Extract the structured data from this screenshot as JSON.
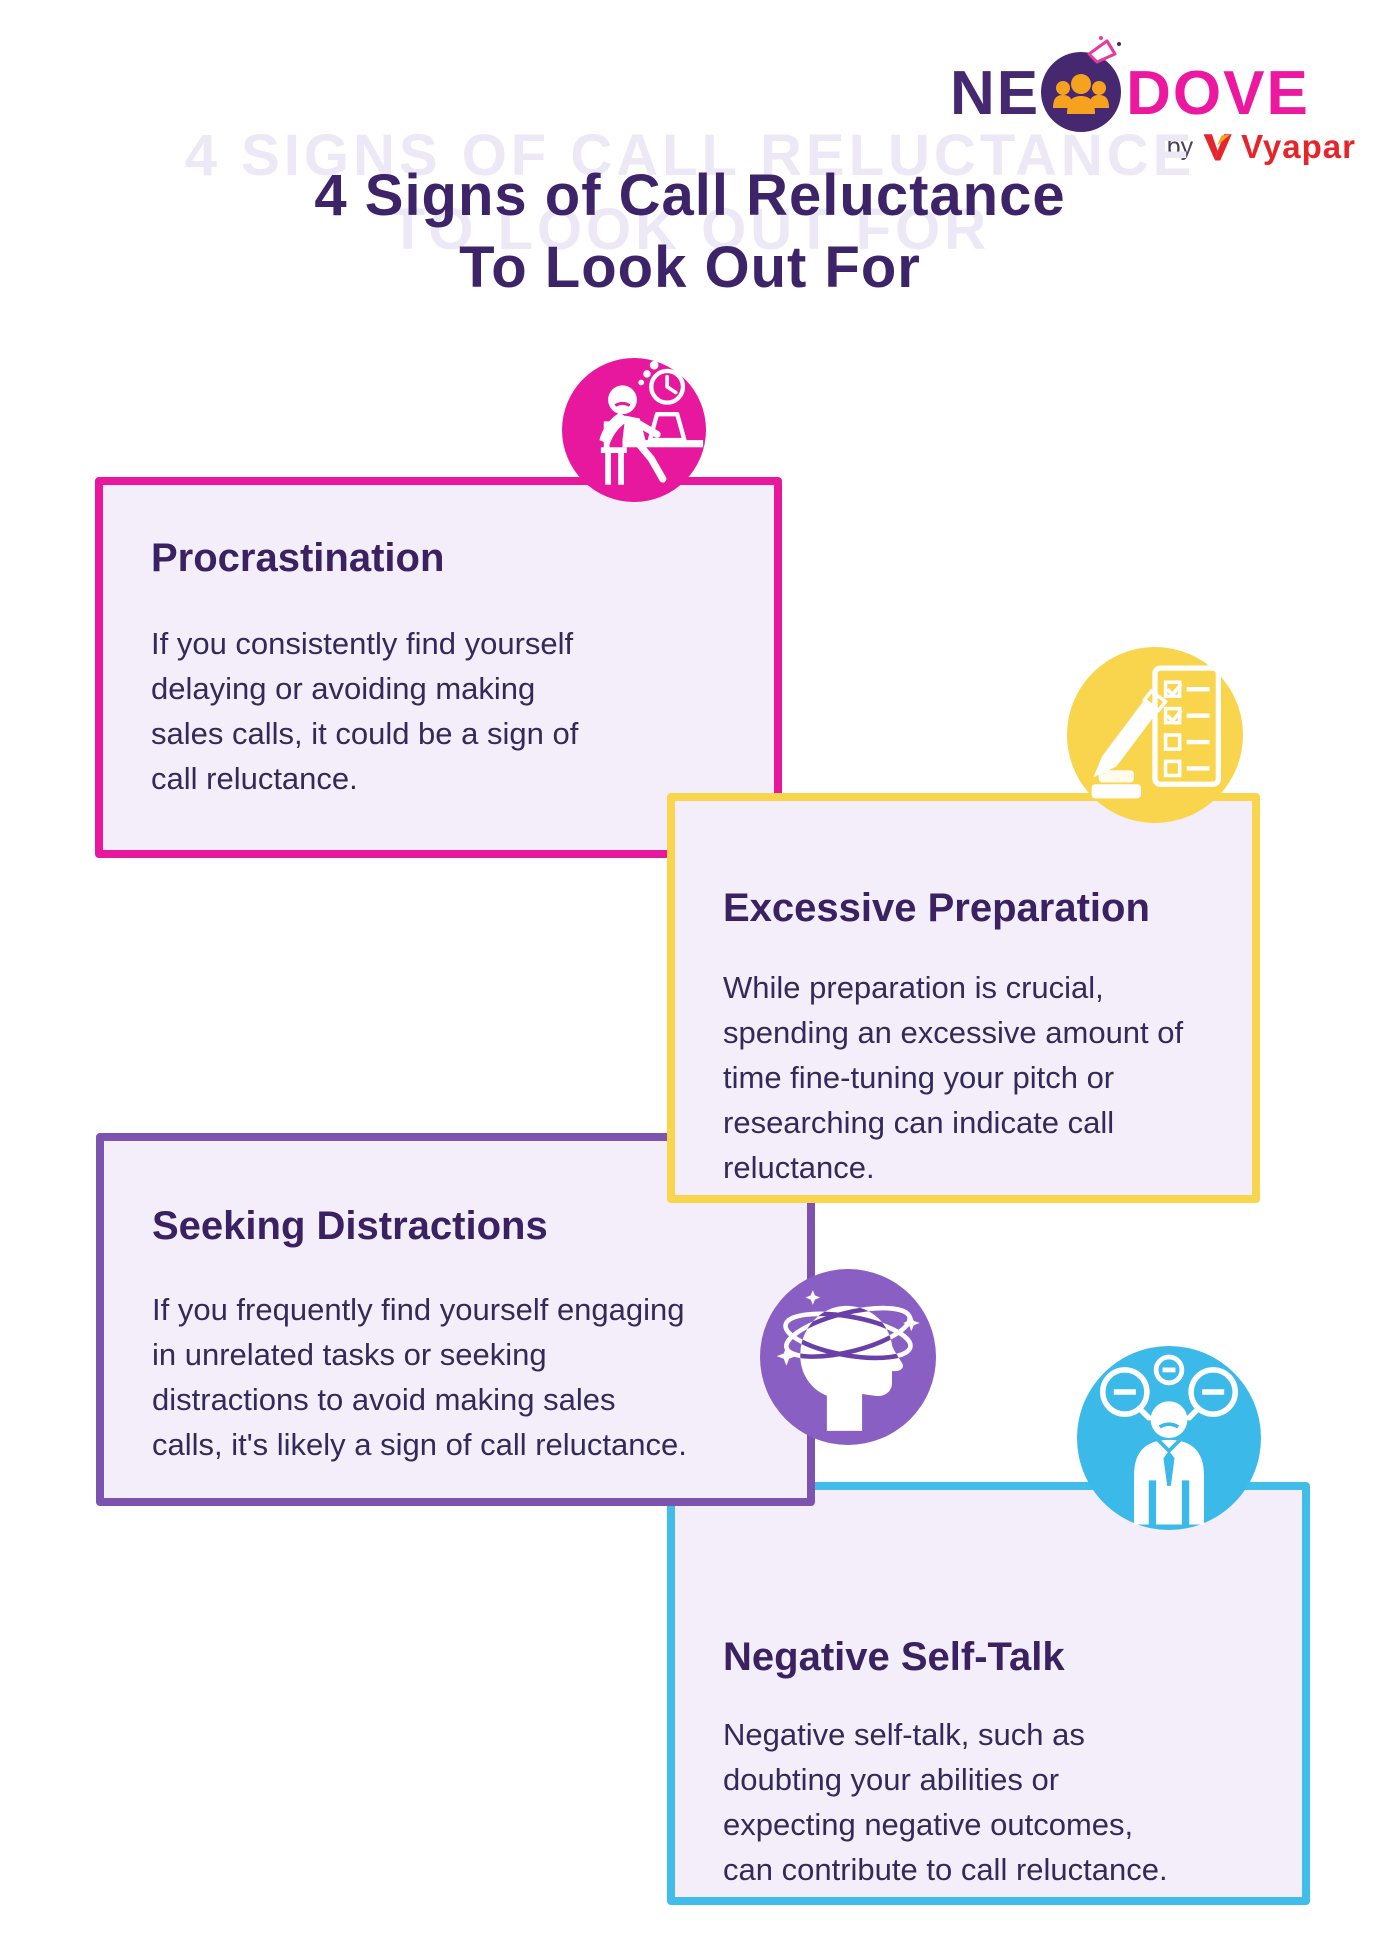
{
  "header": {
    "logo": {
      "ne": "NE",
      "dove": "DOVE",
      "by": "by",
      "vyapar": "Vyapar"
    }
  },
  "title": {
    "line1": "4 Signs of Call Reluctance",
    "line2": "To Look Out For",
    "ghost_line1": "4 SIGNS OF CALL RELUCTANCE",
    "ghost_line2": "TO LOOK OUT FOR"
  },
  "colors": {
    "title_text": "#3D2368",
    "ghost_text": "#ECE8F5",
    "card_fill": "#F3EEF9",
    "card_title_text": "#3A2161",
    "card_body_text": "#342A58",
    "pink_accent": "#E7189E",
    "yellow_accent": "#F8D54C",
    "purple_accent": "#7C53AF",
    "purple_icon": "#8A5FC4",
    "blue_accent": "#41BDE9",
    "logo_purple": "#45286F",
    "logo_pink": "#EC189F",
    "vyapar_red": "#E5252C"
  },
  "cards": [
    {
      "title": "Procrastination",
      "accent": "#E7189E",
      "icon": "procrastinating-person-at-desk-icon",
      "lines": [
        "If you consistently find yourself",
        "delaying or avoiding making",
        "sales calls, it could be a sign of",
        "call reluctance."
      ]
    },
    {
      "title": "Excessive Preparation",
      "accent": "#F8D54C",
      "icon": "checklist-and-pencil-icon",
      "lines": [
        "While preparation is crucial,",
        "spending an excessive amount of",
        "time fine-tuning your pitch or",
        "researching can indicate call",
        "reluctance."
      ]
    },
    {
      "title": "Seeking Distractions",
      "accent": "#7C53AF",
      "icon": "distracted-dizzy-head-icon",
      "lines": [
        "If you frequently find yourself engaging",
        "in unrelated tasks or seeking",
        "distractions to avoid making sales",
        "calls, it's likely a sign of call reluctance."
      ]
    },
    {
      "title": "Negative Self-Talk",
      "accent": "#41BDE9",
      "icon": "negative-thought-bubbles-person-icon",
      "lines": [
        "Negative self-talk, such as",
        "doubting your abilities or",
        "expecting negative outcomes,",
        "can contribute to call reluctance."
      ]
    }
  ]
}
